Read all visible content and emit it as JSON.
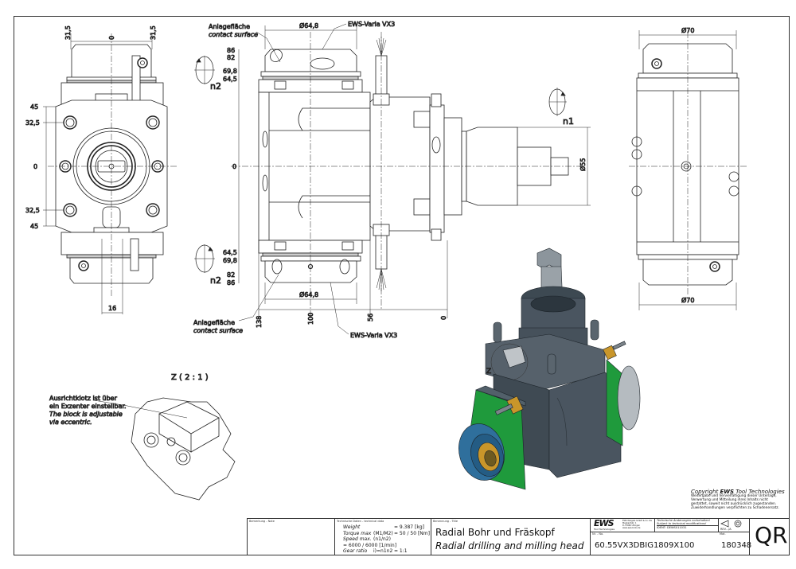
{
  "drawing": {
    "views": {
      "front": {
        "dims_top": [
          "31,5",
          "0",
          "31,5"
        ],
        "dims_left": [
          "45",
          "32,5",
          "0",
          "32,5",
          "45"
        ],
        "dim_bottom": "16"
      },
      "side": {
        "dim_top_dia": "Ø64,8",
        "dim_bottom_dia": "Ø64,8",
        "left_levels_top": [
          "86",
          "82",
          "69,8",
          "64,5"
        ],
        "left_levels_bottom": [
          "64,5",
          "69,8",
          "82",
          "86"
        ],
        "zero_label": "0",
        "bottom_dims": [
          "138",
          "100",
          "56",
          "0"
        ],
        "shaft_dia": "Ø55",
        "rotation_n1": "n1",
        "rotation_n2_top": "n2",
        "rotation_n2_bottom": "n2",
        "callout_top_de": "Anlagefläche",
        "callout_top_en": "contact surface",
        "callout_bottom_de": "Anlagefläche",
        "callout_bottom_en": "contact surface",
        "callout_ews_top": "EWS-Varia VX3",
        "callout_ews_bottom": "EWS-Varia VX3"
      },
      "right": {
        "dim_top": "Ø70",
        "dim_bottom": "Ø70"
      },
      "detail": {
        "title": "Z ( 2 : 1 )",
        "note_de_1": "Ausrichtklotz ist über",
        "note_de_2": "ein Exzenter einstellbar.",
        "note_en_1": "The block is adjustable",
        "note_en_2": "via eccentric."
      },
      "iso": {
        "detail_marker": "Z"
      }
    },
    "colors": {
      "body": "#4a5560",
      "plate": "#1f9a3c",
      "flange": "#2f6f9c",
      "brass": "#c9962a"
    }
  },
  "copyright": {
    "head_prefix": "Copyright ",
    "head_brand": "EWS",
    "head_suffix": " Tool Technologies",
    "lines": [
      "Weitergabe und Vervielfältigung dieser Unterlage,",
      "Verwertung und Mitteilung ihres Inhalts nicht",
      "gestattet, soweit nicht ausdrücklich zugestanden.",
      "Zuwiderhandlungen verpflichten zu Schadenersatz."
    ]
  },
  "title_block": {
    "note_label": "Bemerkung - Note",
    "tech_label": "Technische Daten - technical data",
    "tech": [
      {
        "name": "Weight",
        "unit": "",
        "value": "= 9.387 [kg]"
      },
      {
        "name": "Torque max",
        "unit": "(M1/M2)",
        "value": "= 50 / 50 [Nm]"
      },
      {
        "name": "Speed max.",
        "unit": "(n1/n2)",
        "value": "= 6000 / 6000 [1/min]"
      },
      {
        "name": "Gear ratio",
        "unit": "i)=n1n2",
        "value": "= 1:1"
      }
    ],
    "title_label": "Benennung - Title",
    "title_de": "Radial Bohr und Fräskopf",
    "title_en": "Radial drilling and milling head",
    "logo": "EWS",
    "logo_sub": "Tool Technologies",
    "company_lines": [
      "EWS Weigele GmbH & Co. KG",
      "Maybachstr. 1",
      "D-73066 Uhingen",
      "www.ews-tools.de"
    ],
    "changes_de": "Technische Änderungen vorbehalten!",
    "changes_en": "Subject to technical modifications!",
    "ident": "IDENT:  DEWS011031",
    "rev": "REV.  -/A",
    "no_label": "Nr. - No.",
    "part_no": "60.55VX3DBIG1809X100",
    "mat_label": "Mat.",
    "number": "180348",
    "qr": "QR"
  }
}
